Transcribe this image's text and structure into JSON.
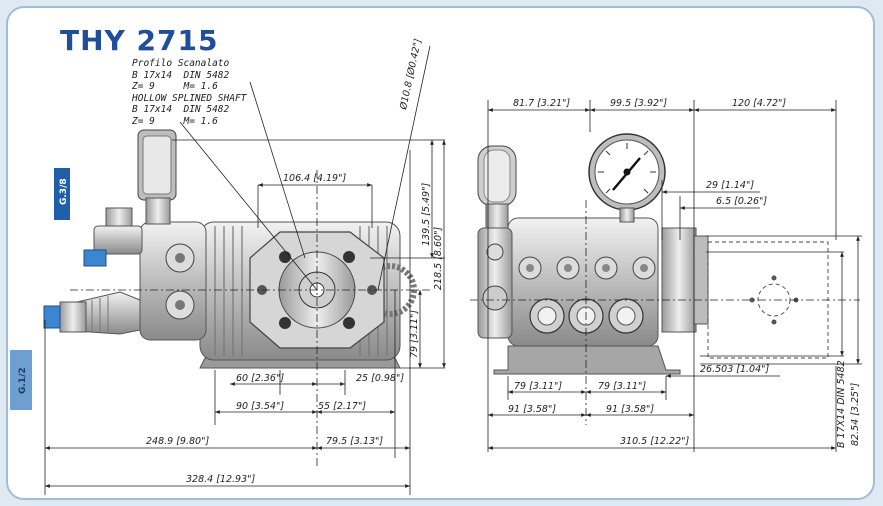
{
  "title": "THY 2715",
  "shaft_spec": [
    "Profilo Scanalato",
    "B 17x14  DIN 5482",
    "Z= 9     M= 1.6",
    "HOLLOW SPLINED SHAFT",
    "B 17x14  DIN 5482",
    "Z= 9     M= 1.6"
  ],
  "ports": {
    "inlet": "G.1/2",
    "outlet": "G.3/8"
  },
  "dims_left": {
    "d106": "106.4 [4.19\"]",
    "d139": "139.5 [5.49\"]",
    "d218": "218.5 [8.60\"]",
    "d79v": "79 [3.11\"]",
    "d60": "60 [2.36\"]",
    "d25": "25 [0.98\"]",
    "d90": "90 [3.54\"]",
    "d55": "55 [2.17\"]",
    "d248": "248.9 [9.80\"]",
    "d79_5": "79.5 [3.13\"]",
    "d328": "328.4 [12.93\"]",
    "diam": "Ø10.8 [Ø0.42\"]"
  },
  "dims_right": {
    "d81": "81.7 [3.21\"]",
    "d99": "99.5 [3.92\"]",
    "d120": "120 [4.72\"]",
    "d29": "29 [1.14\"]",
    "d6_5": "6.5 [0.26\"]",
    "d79a": "79 [3.11\"]",
    "d79b": "79 [3.11\"]",
    "d26": "26.503 [1.04\"]",
    "d91a": "91 [3.58\"]",
    "d91b": "91 [3.58\"]",
    "d310": "310.5 [12.22\"]",
    "spline": "B 17X14  DIN 5482",
    "d82": "82.54 [3.25\"]"
  },
  "colors": {
    "title": "#1f4f9a",
    "outlet_tag": "#1f5fa8",
    "inlet_tag": "#6e9fd0"
  }
}
